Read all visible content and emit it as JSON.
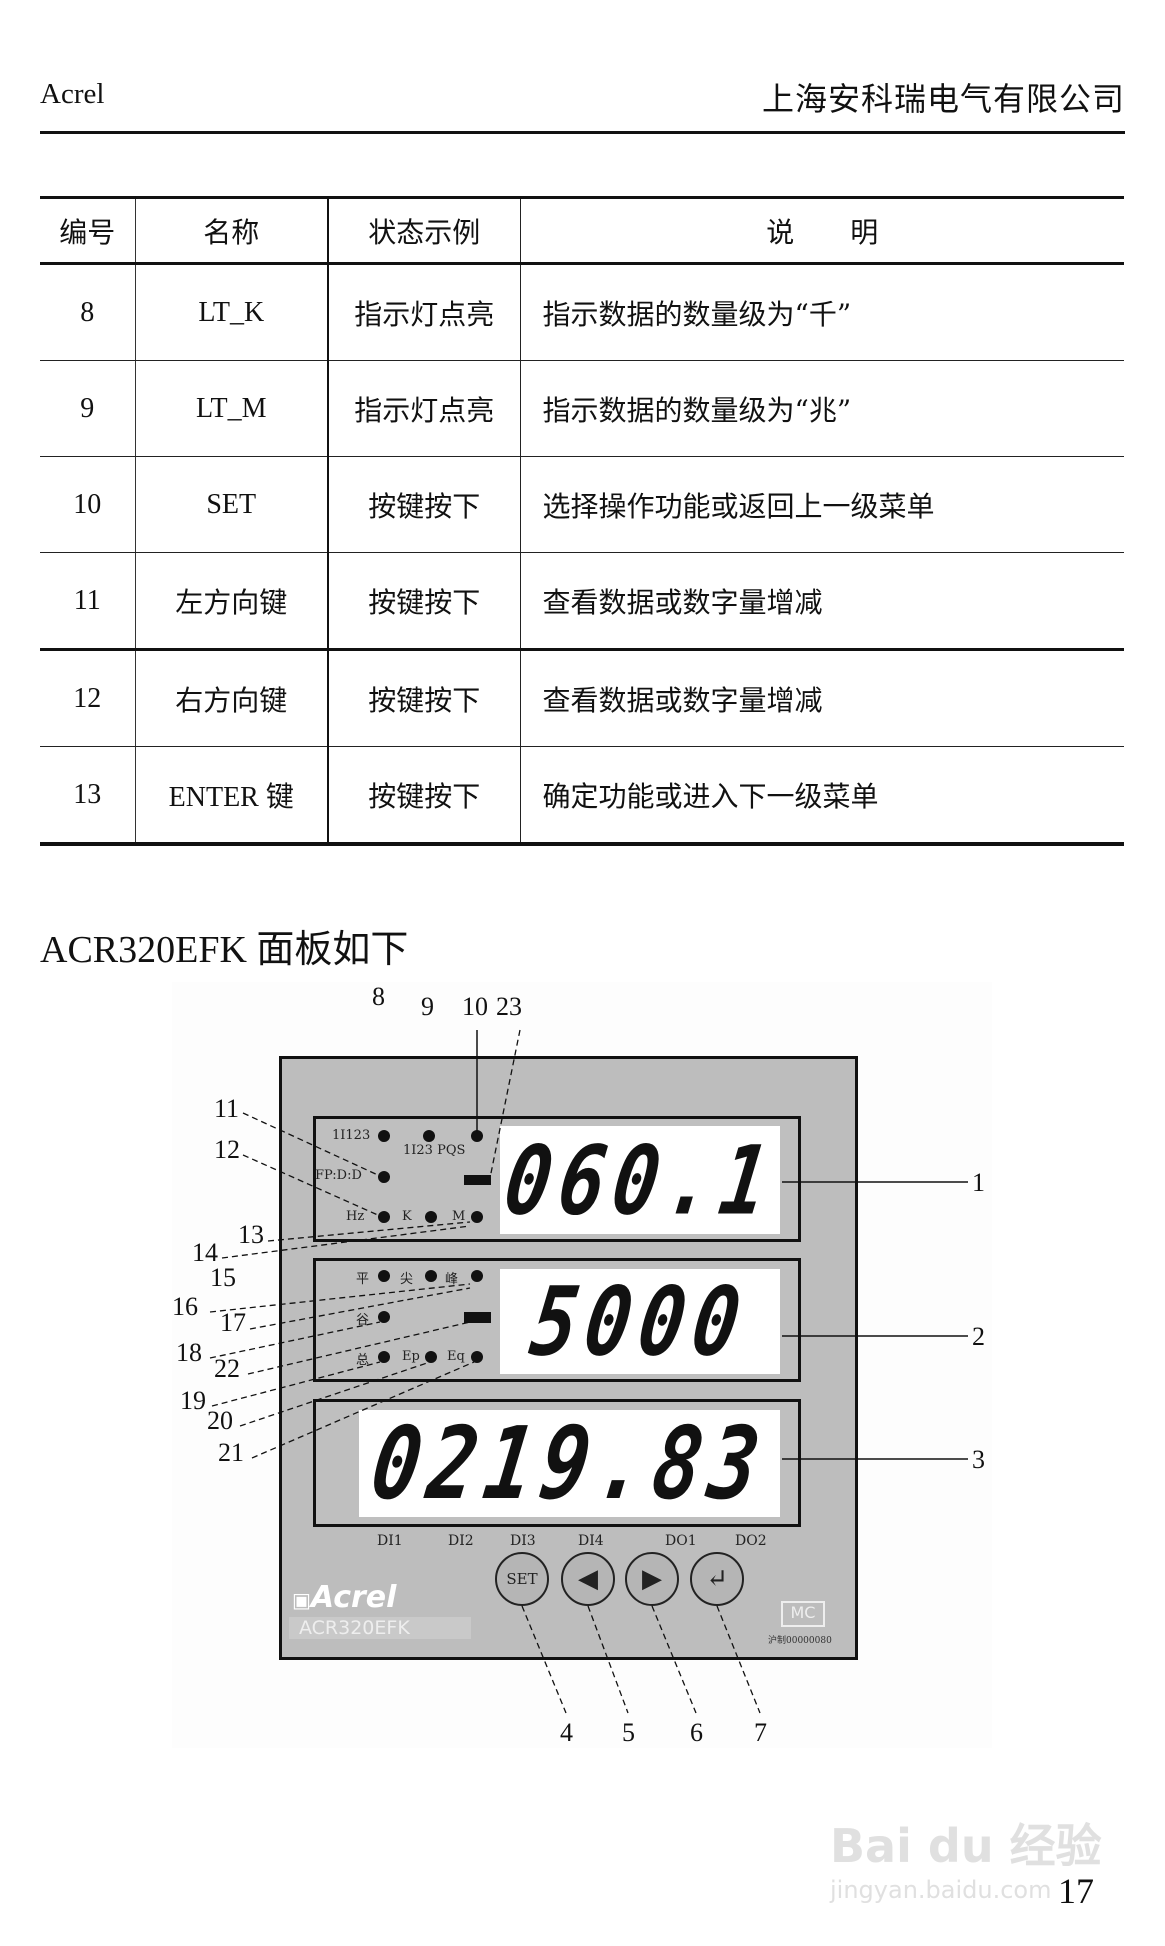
{
  "header": {
    "brand": "Acrel",
    "company": "上海安科瑞电气有限公司"
  },
  "table": {
    "columns": [
      "编号",
      "名称",
      "状态示例",
      "说　　明"
    ],
    "rows": [
      {
        "no": "8",
        "name": "LT_K",
        "state": "指示灯点亮",
        "desc": "指示数据的数量级为“千”"
      },
      {
        "no": "9",
        "name": "LT_M",
        "state": "指示灯点亮",
        "desc": "指示数据的数量级为“兆”"
      },
      {
        "no": "10",
        "name": "SET",
        "state": "按键按下",
        "desc": "选择操作功能或返回上一级菜单"
      },
      {
        "no": "11",
        "name": "左方向键",
        "state": "按键按下",
        "desc": "查看数据或数字量增减"
      },
      {
        "no": "12",
        "name": "右方向键",
        "state": "按键按下",
        "desc": "查看数据或数字量增减"
      },
      {
        "no": "13",
        "name": "ENTER 键",
        "state": "按键按下",
        "desc": "确定功能或进入下一级菜单"
      }
    ]
  },
  "section_title": "ACR320EFK 面板如下",
  "diagram": {
    "displays": {
      "d1": "060.1",
      "d2": "5000",
      "d3": "0219.83"
    },
    "indicators": {
      "box1": {
        "r1a": "1I123",
        "r1b": "1I23 PQS",
        "r2": "FP:D:D",
        "r3a": "Hz",
        "r3b": "K",
        "r3c": "M"
      },
      "box2": {
        "r1a": "平",
        "r1b": "尖",
        "r1c": "峰",
        "r2": "谷",
        "r3a": "总",
        "r3b": "Ep",
        "r3c": "Eq"
      }
    },
    "di_labels": [
      "DI1",
      "DI2",
      "DI3",
      "DI4",
      "DO1",
      "DO2"
    ],
    "buttons": {
      "set": "SET",
      "left": "◀",
      "right": "▶",
      "enter": "↵"
    },
    "brand": "Acrel",
    "model": "ACR320EFK",
    "cert_mark": "MC",
    "cert_text": "沪制00000080",
    "callouts": {
      "n1": "1",
      "n2": "2",
      "n3": "3",
      "n4": "4",
      "n5": "5",
      "n6": "6",
      "n7": "7",
      "n8": "8",
      "n9": "9",
      "n10": "10",
      "n23": "23",
      "n11": "11",
      "n12": "12",
      "n13": "13",
      "n14": "14",
      "n15": "15",
      "n16": "16",
      "n17": "17",
      "n18": "18",
      "n19": "19",
      "n20": "20",
      "n21": "21",
      "n22": "22"
    }
  },
  "watermark": {
    "logo": "Bai du 经验",
    "url": "jingyan.baidu.com"
  },
  "page_number": "17"
}
